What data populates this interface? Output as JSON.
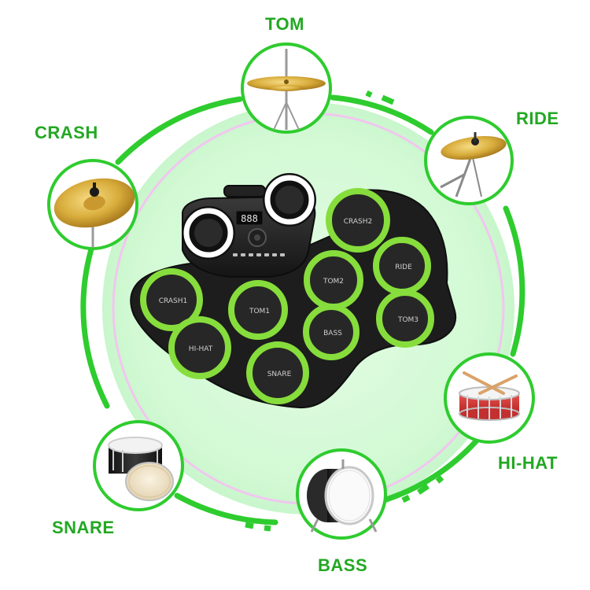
{
  "colors": {
    "accent": "#2ecc2e",
    "label": "#22a822",
    "pad_ring": "#86dd3c",
    "mat": "#1d1d1d",
    "inner_glow": "#d6fbd8",
    "pink_ring": "#f2c6f0"
  },
  "labels": {
    "tom": "TOM",
    "ride": "RIDE",
    "crash": "CRASH",
    "hihat": "HI-HAT",
    "snare": "SNARE",
    "bass": "BASS"
  },
  "pads": {
    "crash2": "CRASH2",
    "ride": "RIDE",
    "tom2": "TOM2",
    "crash1": "CRASH1",
    "tom1": "TOM1",
    "bass": "BASS",
    "tom3": "TOM3",
    "hihat": "HI-HAT",
    "snare": "SNARE"
  },
  "display": {
    "readout": "888"
  }
}
